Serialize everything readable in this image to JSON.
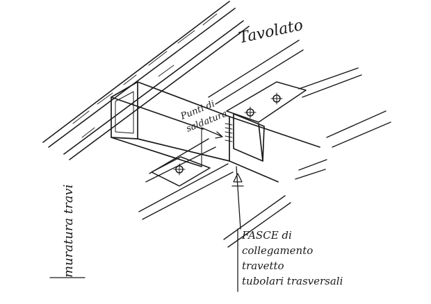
{
  "labels": {
    "tavolato": "Tavolato",
    "punti_line1": "Punti di",
    "punti_line2": "saldatura",
    "fasce_line1": "FASCE di",
    "fasce_line2": "collegamento",
    "fasce_line3": "travetto",
    "fasce_line4": "tubolari trasversali",
    "margin_note": "muratura travi"
  }
}
